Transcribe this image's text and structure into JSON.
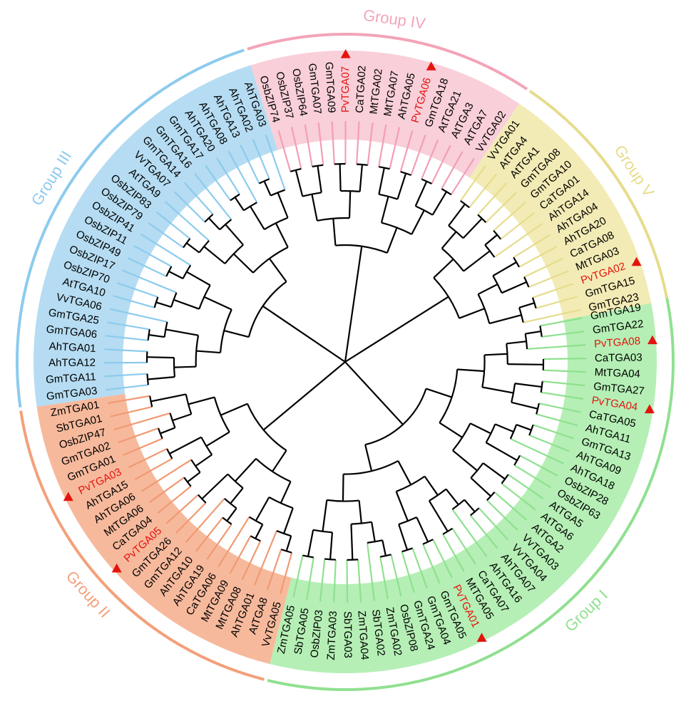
{
  "groups": [
    {
      "key": "I",
      "label": "Group I",
      "fill": "#b5efb5",
      "line": "#8fe08f",
      "bar": "#90e090"
    },
    {
      "key": "II",
      "label": "Group II",
      "fill": "#f7b99c",
      "line": "#f09a72",
      "bar": "#f3a07a"
    },
    {
      "key": "III",
      "label": "Group III",
      "fill": "#b5dcf2",
      "line": "#8ccbee",
      "bar": "#8ccbee"
    },
    {
      "key": "IV",
      "label": "Group IV",
      "fill": "#f9cfd9",
      "line": "#f29fb4",
      "bar": "#f3a4b8"
    },
    {
      "key": "V",
      "label": "Group V",
      "fill": "#f3ebb5",
      "line": "#e6dc8c",
      "bar": "#e6dc8c"
    }
  ],
  "colors": {
    "branch": "#000000",
    "highlight": "#e3140f",
    "label": "#000000"
  },
  "marker_icon": "red-triangle",
  "leaves": [
    {
      "name": "GmTGA19",
      "group": "I"
    },
    {
      "name": "GmTGA22",
      "group": "I"
    },
    {
      "name": "PvTGA08",
      "group": "I",
      "highlight": true
    },
    {
      "name": "CaTGA03",
      "group": "I"
    },
    {
      "name": "MtTGA04",
      "group": "I"
    },
    {
      "name": "GmTGA27",
      "group": "I"
    },
    {
      "name": "PvTGA04",
      "group": "I",
      "highlight": true
    },
    {
      "name": "CaTGA05",
      "group": "I"
    },
    {
      "name": "AhTGA11",
      "group": "I"
    },
    {
      "name": "GmTGA13",
      "group": "I"
    },
    {
      "name": "AhTGA09",
      "group": "I"
    },
    {
      "name": "AhTGA18",
      "group": "I"
    },
    {
      "name": "OsbZIP28",
      "group": "I"
    },
    {
      "name": "OsbZIP63",
      "group": "I"
    },
    {
      "name": "AtTGA5",
      "group": "I"
    },
    {
      "name": "AtTGA6",
      "group": "I"
    },
    {
      "name": "AtTGA2",
      "group": "I"
    },
    {
      "name": "VvTGA03",
      "group": "I"
    },
    {
      "name": "VvTGA04",
      "group": "I"
    },
    {
      "name": "AhTGA07",
      "group": "I"
    },
    {
      "name": "AhTGA16",
      "group": "I"
    },
    {
      "name": "CaTGA07",
      "group": "I"
    },
    {
      "name": "MtTGA05",
      "group": "I"
    },
    {
      "name": "PvTGA01",
      "group": "I",
      "highlight": true
    },
    {
      "name": "GmTGA05",
      "group": "I"
    },
    {
      "name": "GmTGA04",
      "group": "I"
    },
    {
      "name": "GmTGA24",
      "group": "I"
    },
    {
      "name": "OsbZIP08",
      "group": "I"
    },
    {
      "name": "ZmTGA02",
      "group": "I"
    },
    {
      "name": "SbTGA02",
      "group": "I"
    },
    {
      "name": "ZmTGA04",
      "group": "I"
    },
    {
      "name": "SbTGA03",
      "group": "I"
    },
    {
      "name": "ZmTGA03",
      "group": "I"
    },
    {
      "name": "OsbZIP03",
      "group": "I"
    },
    {
      "name": "SbTGA05",
      "group": "I"
    },
    {
      "name": "ZmTGA05",
      "group": "I"
    },
    {
      "name": "VvTGA05",
      "group": "II"
    },
    {
      "name": "AtTGA8",
      "group": "II"
    },
    {
      "name": "AhTGA01",
      "group": "II"
    },
    {
      "name": "MtTGA08",
      "group": "II"
    },
    {
      "name": "MtTGA09",
      "group": "II"
    },
    {
      "name": "CaTGA06",
      "group": "II"
    },
    {
      "name": "AhTGA19",
      "group": "II"
    },
    {
      "name": "AhTGA10",
      "group": "II"
    },
    {
      "name": "GmTGA12",
      "group": "II"
    },
    {
      "name": "GmTGA26",
      "group": "II"
    },
    {
      "name": "PvTGA05",
      "group": "II",
      "highlight": true
    },
    {
      "name": "CaTGA04",
      "group": "II"
    },
    {
      "name": "MtTGA06",
      "group": "II"
    },
    {
      "name": "AhTGA06",
      "group": "II"
    },
    {
      "name": "AhTGA15",
      "group": "II"
    },
    {
      "name": "PvTGA03",
      "group": "II",
      "highlight": true
    },
    {
      "name": "GmTGA01",
      "group": "II"
    },
    {
      "name": "GmTGA02",
      "group": "II"
    },
    {
      "name": "OsbZIP47",
      "group": "II"
    },
    {
      "name": "SbTGA01",
      "group": "II"
    },
    {
      "name": "ZmTGA01",
      "group": "II"
    },
    {
      "name": "GmTGA03",
      "group": "III"
    },
    {
      "name": "GmTGA11",
      "group": "III"
    },
    {
      "name": "AhTGA12",
      "group": "III"
    },
    {
      "name": "AhTGA01",
      "group": "III"
    },
    {
      "name": "GmTGA06",
      "group": "III"
    },
    {
      "name": "GmTGA25",
      "group": "III"
    },
    {
      "name": "VvTGA06",
      "group": "III"
    },
    {
      "name": "AtTGA10",
      "group": "III"
    },
    {
      "name": "OsbZIP70",
      "group": "III"
    },
    {
      "name": "OsbZIP17",
      "group": "III"
    },
    {
      "name": "OsbZIP49",
      "group": "III"
    },
    {
      "name": "OsbZIP11",
      "group": "III"
    },
    {
      "name": "OsbZIP41",
      "group": "III"
    },
    {
      "name": "OsbZIP79",
      "group": "III"
    },
    {
      "name": "OsbZIP83",
      "group": "III"
    },
    {
      "name": "AtTGA9",
      "group": "III"
    },
    {
      "name": "VvTGA07",
      "group": "III"
    },
    {
      "name": "GmTGA14",
      "group": "III"
    },
    {
      "name": "GmTGA16",
      "group": "III"
    },
    {
      "name": "GmTGA17",
      "group": "III"
    },
    {
      "name": "AhTGA20",
      "group": "III"
    },
    {
      "name": "AhTGA08",
      "group": "III"
    },
    {
      "name": "AhTGA13",
      "group": "III"
    },
    {
      "name": "AhTGA02",
      "group": "III"
    },
    {
      "name": "AhTGA03",
      "group": "III"
    },
    {
      "name": "OsbZIP74",
      "group": "IV"
    },
    {
      "name": "OsbZIP37",
      "group": "IV"
    },
    {
      "name": "OsbZIP64",
      "group": "IV"
    },
    {
      "name": "GmTGA07",
      "group": "IV"
    },
    {
      "name": "GmTGA09",
      "group": "IV"
    },
    {
      "name": "PvTGA07",
      "group": "IV",
      "highlight": true
    },
    {
      "name": "CaTGA02",
      "group": "IV"
    },
    {
      "name": "MtTGA02",
      "group": "IV"
    },
    {
      "name": "MtTGA07",
      "group": "IV"
    },
    {
      "name": "AhTGA05",
      "group": "IV"
    },
    {
      "name": "PvTGA06",
      "group": "IV",
      "highlight": true
    },
    {
      "name": "GmTGA18",
      "group": "IV"
    },
    {
      "name": "AtTGA21",
      "group": "IV"
    },
    {
      "name": "AtTGA3",
      "group": "IV"
    },
    {
      "name": "AtTGA7",
      "group": "IV"
    },
    {
      "name": "VvTGA02",
      "group": "IV"
    },
    {
      "name": "VvTGA01",
      "group": "V"
    },
    {
      "name": "AtTGA4",
      "group": "V"
    },
    {
      "name": "AtTGA1",
      "group": "V"
    },
    {
      "name": "GmTGA08",
      "group": "V"
    },
    {
      "name": "GmTGA10",
      "group": "V"
    },
    {
      "name": "CaTGA01",
      "group": "V"
    },
    {
      "name": "AhTGA14",
      "group": "V"
    },
    {
      "name": "AhTGA04",
      "group": "V"
    },
    {
      "name": "AhTGA20",
      "group": "V"
    },
    {
      "name": "CaTGA08",
      "group": "V"
    },
    {
      "name": "MtTGA03",
      "group": "V"
    },
    {
      "name": "PvTGA02",
      "group": "V",
      "highlight": true
    },
    {
      "name": "GmTGA15",
      "group": "V"
    },
    {
      "name": "GmTGA23",
      "group": "V"
    }
  ]
}
